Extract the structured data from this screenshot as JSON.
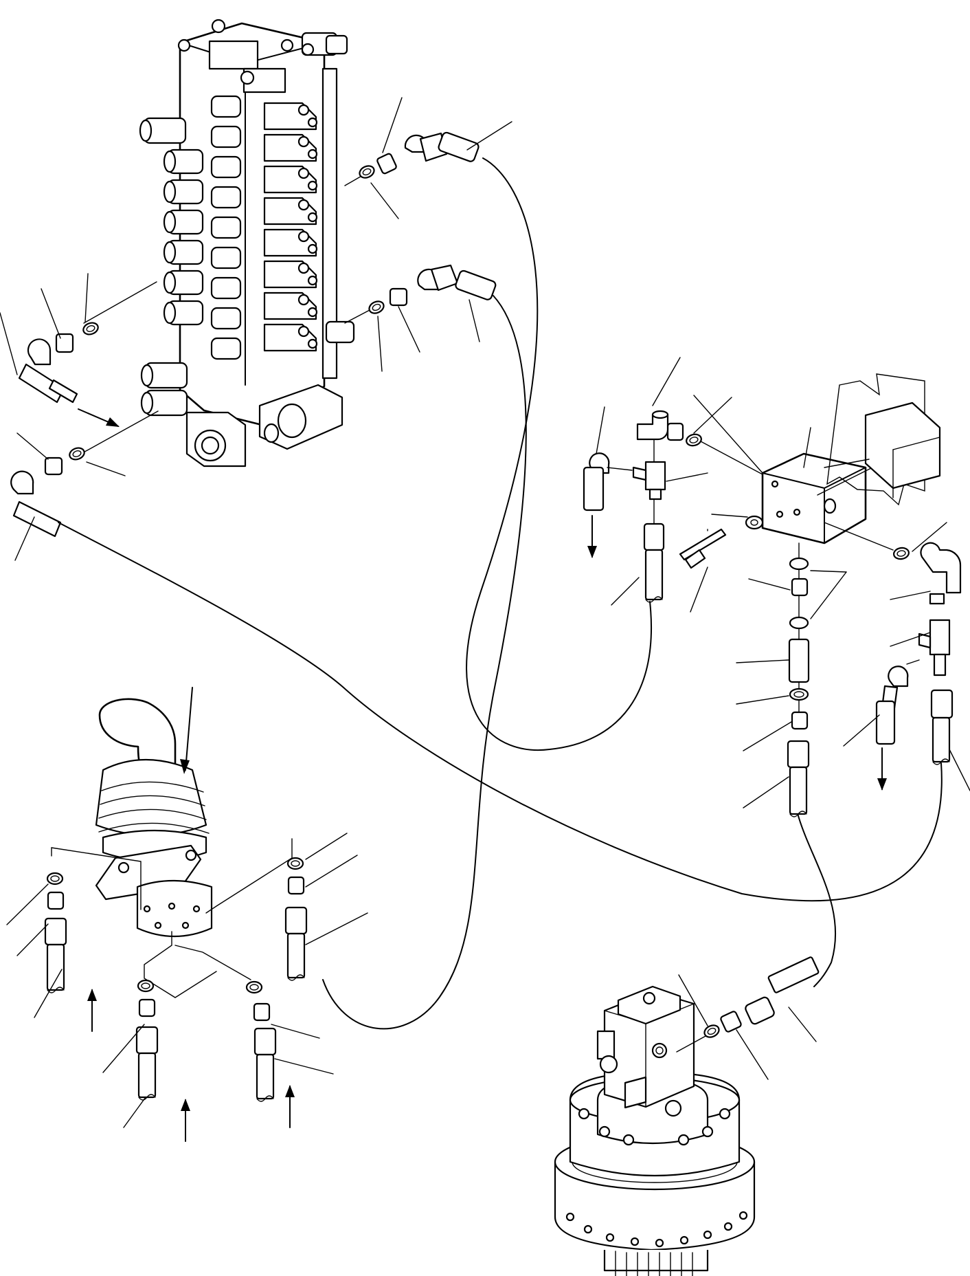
{
  "figure": {
    "kind": "exploded parts diagram",
    "labels_present": false,
    "colors": {
      "line": "#000000",
      "background": "#ffffff"
    }
  },
  "components": [
    {
      "id": "control-valve",
      "icon": "control-valve-icon"
    },
    {
      "id": "pilot-control-lever",
      "icon": "joystick-icon"
    },
    {
      "id": "swing-motor",
      "icon": "swing-motor-icon"
    },
    {
      "id": "pressure-block",
      "icon": "junction-block-icon"
    },
    {
      "id": "mounting-plate",
      "icon": "mounting-plate-icon"
    }
  ]
}
